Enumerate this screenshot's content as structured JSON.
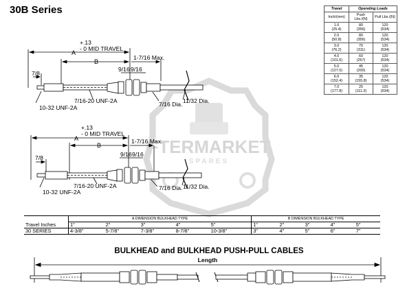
{
  "series_title": "30B Series",
  "loads_table": {
    "col_travel": "Travel",
    "col_loads": "Operating Loads",
    "sub_travel": "Inch/(mm)",
    "sub_push": "Push Lbs./(N)",
    "sub_pull": "Pull Lbs./(N)",
    "rows": [
      {
        "travel": "1.0",
        "travel_mm": "(25.4)",
        "push": "80",
        "push_n": "(356)",
        "pull": "120",
        "pull_n": "(534)"
      },
      {
        "travel": "2.0",
        "travel_mm": "(50.8)",
        "push": "80",
        "push_n": "(356)",
        "pull": "120",
        "pull_n": "(534)"
      },
      {
        "travel": "3.0",
        "travel_mm": "(76.2)",
        "push": "70",
        "push_n": "(311)",
        "pull": "120",
        "pull_n": "(534)"
      },
      {
        "travel": "4.0",
        "travel_mm": "(101.6)",
        "push": "60",
        "push_n": "(267)",
        "pull": "120",
        "pull_n": "(534)"
      },
      {
        "travel": "5.0",
        "travel_mm": "(127.0)",
        "push": "45",
        "push_n": "(200)",
        "pull": "120",
        "pull_n": "(534)"
      },
      {
        "travel": "6.0",
        "travel_mm": "(152.4)",
        "push": "35",
        "push_n": "(155.8)",
        "pull": "120",
        "pull_n": "(534)"
      },
      {
        "travel": "7.0",
        "travel_mm": "(177.8)",
        "push": "25",
        "push_n": "(111.3)",
        "pull": "120",
        "pull_n": "(534)"
      }
    ]
  },
  "diagram": {
    "tol": "+.13",
    "mid_travel": "- 0 MID TRAVEL",
    "dim_a": "A",
    "dim_b": "B",
    "seven_eighths": "7/8",
    "one_7_16_max": "1-7/16 Max.",
    "nine_16a": "9/16",
    "nine_16b": "9/16",
    "eleven_32_dia": "11/32 Dia.",
    "seven_16_dia": "7/16 Dia.",
    "unf_7_16": "7/16-20 UNF-2A",
    "unf_10_32": "10-32 UNF-2A"
  },
  "watermark": {
    "line1": "FTERMARKET",
    "line2": "SPARES"
  },
  "dims_table": {
    "group_a": "A DIMENSION BULKHEAD TYPE",
    "group_b": "B DIMENSION BULKHEAD TYPE",
    "row_travel": "Travel Inches",
    "row_series": "30 SERIES",
    "travel": [
      "1\"",
      "2\"",
      "3\"",
      "4\"",
      "5\"",
      "1\"",
      "2\"",
      "3\"",
      "4\"",
      "5\""
    ],
    "a_values": [
      "4-3/8\"",
      "5-7/8\"",
      "7-3/8\"",
      "8-7/8\"",
      "10-3/8\""
    ],
    "b_values": [
      "3\"",
      "4\"",
      "5\"",
      "6\"",
      "7\""
    ]
  },
  "bulkhead_title": "BULKHEAD and BULKHEAD PUSH-PULL CABLES",
  "length_label": "Length",
  "colors": {
    "line": "#000000",
    "watermark": "#bdbdbd"
  }
}
